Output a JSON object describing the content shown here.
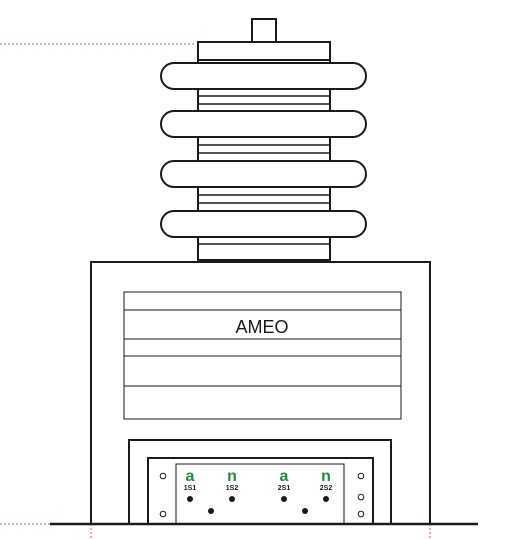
{
  "nameplate": {
    "brand": "AMEO"
  },
  "terminals": [
    {
      "letter": "a",
      "code": "1S1"
    },
    {
      "letter": "n",
      "code": "1S2"
    },
    {
      "letter": "a",
      "code": "2S1"
    },
    {
      "letter": "n",
      "code": "2S2"
    }
  ],
  "colors": {
    "outline": "#1a1a1a",
    "terminal_letter": "#1e8f3a",
    "dim_line": "#e05a3a"
  }
}
